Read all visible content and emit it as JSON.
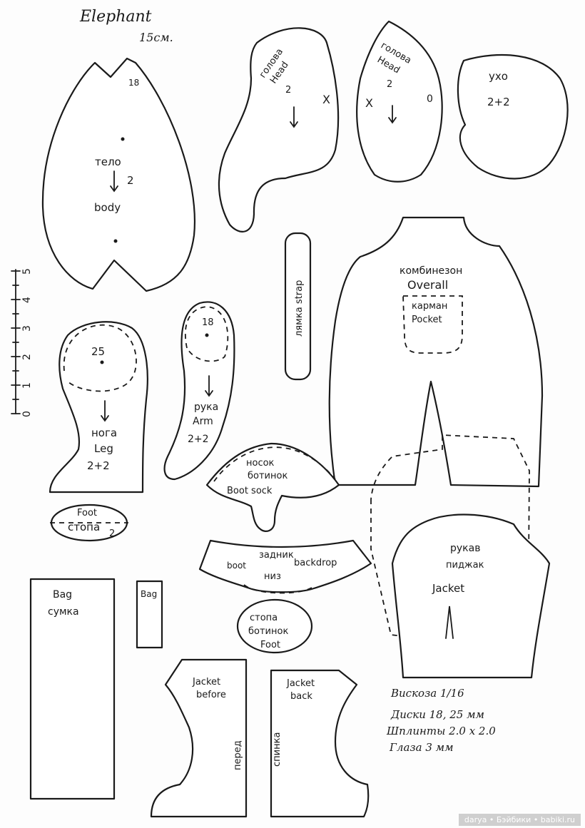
{
  "title": {
    "name": "Elephant",
    "size": "15см."
  },
  "scale_ruler": {
    "ticks": [
      "0",
      "1",
      "2",
      "3",
      "4",
      "5"
    ]
  },
  "pieces": {
    "body": {
      "ru": "тело",
      "count": "2",
      "en": "body",
      "mark": "18"
    },
    "head_side": {
      "ru": "голова",
      "en": "Head",
      "count": "2",
      "mark": "X"
    },
    "head_center": {
      "ru": "голова",
      "en": "Head",
      "count": "2",
      "mark_x": "X",
      "mark_o": "0"
    },
    "ear": {
      "ru": "ухо",
      "count": "2+2"
    },
    "strap": {
      "label": "лямка strap"
    },
    "overall": {
      "ru": "комбинезон",
      "en": "Overall"
    },
    "pocket": {
      "ru": "карман",
      "en": "Pocket"
    },
    "leg": {
      "mark": "25",
      "ru": "нога",
      "en": "Leg",
      "count": "2+2"
    },
    "arm": {
      "mark": "18",
      "ru": "рука",
      "en": "Arm",
      "count": "2+2"
    },
    "boot_sock": {
      "ru1": "носок",
      "ru2": "ботинок",
      "en": "Boot sock"
    },
    "foot": {
      "en": "Foot",
      "ru": "стопа",
      "count": "2"
    },
    "boot_back": {
      "en1": "boot",
      "ru": "задник",
      "en2": "backdrop",
      "ru2": "низ"
    },
    "sleeve": {
      "ru": "рукав",
      "ru2": "пиджак",
      "en": "Jacket"
    },
    "bag": {
      "en": "Bag",
      "ru": "сумка"
    },
    "bag_strap": {
      "en": "Bag"
    },
    "boot_sole": {
      "ru1": "стопа",
      "ru2": "ботинок",
      "en": "Foot"
    },
    "jacket_front": {
      "en1": "Jacket",
      "en2": "before",
      "ru": "перед"
    },
    "jacket_back": {
      "en1": "Jacket",
      "en2": "back",
      "ru": "спинка"
    }
  },
  "materials": [
    "Вискоза 1/16",
    "Диски 18, 25 мм",
    "Шплинты 2.0 х 2.0",
    "Глаза 3 мм"
  ],
  "watermark": "darya • Бэйбики • babiki.ru"
}
